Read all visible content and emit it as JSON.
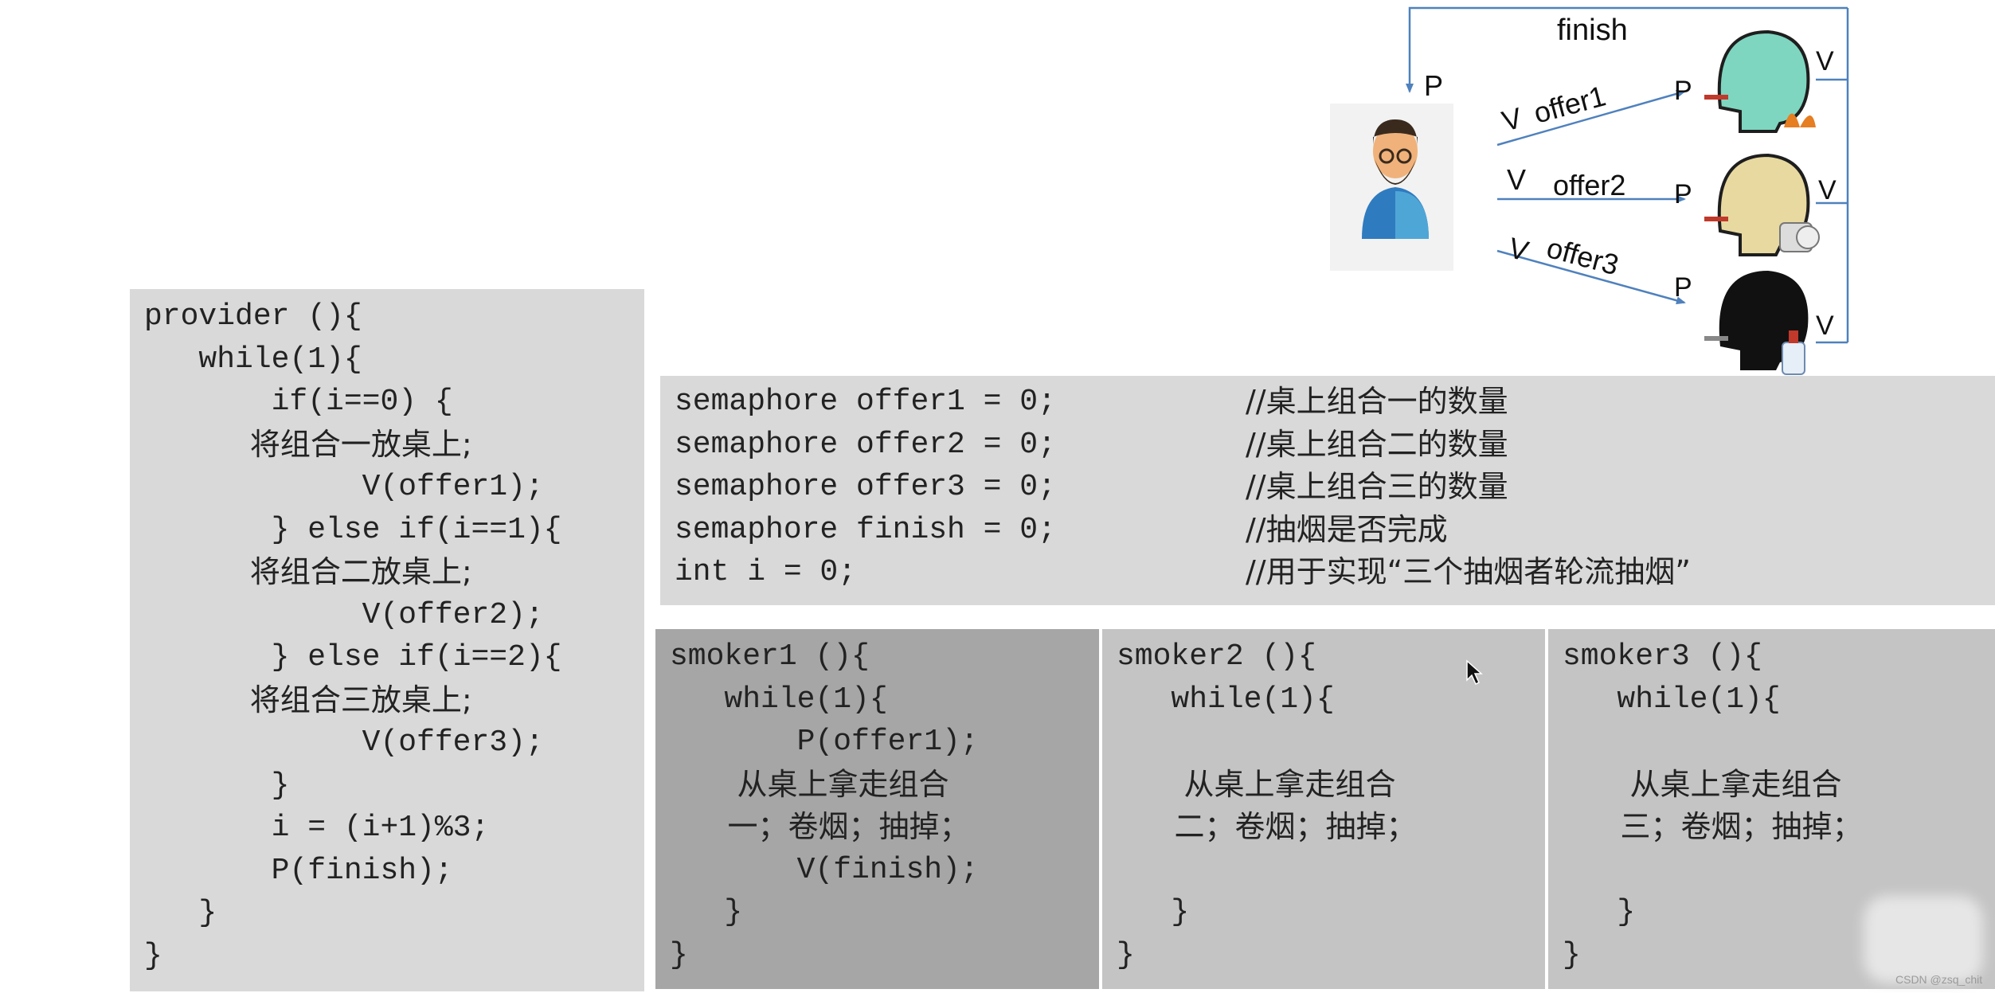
{
  "diagram": {
    "finish_label": "finish",
    "provider_p": "P",
    "edges": [
      {
        "v": "V",
        "label": "offer1",
        "p": "P"
      },
      {
        "v": "V",
        "label": "offer2",
        "p": "P"
      },
      {
        "v": "V",
        "label": "offer3",
        "p": "P"
      }
    ],
    "return_v": [
      "V",
      "V",
      "V"
    ],
    "icons": [
      "provider-person-icon",
      "smoker-green-icon",
      "smoker-tan-icon",
      "smoker-black-icon",
      "tobacco-icon",
      "paper-roll-icon",
      "glue-bottle-icon"
    ],
    "arrow_color": "#4f81bd"
  },
  "provider": {
    "lines": [
      "provider (){",
      "   while(1){",
      "       if(i==0) {",
      "           将组合一放桌上;",
      "            V(offer1);",
      "       } else if(i==1){",
      "           将组合二放桌上;",
      "            V(offer2);",
      "       } else if(i==2){",
      "           将组合三放桌上;",
      "            V(offer3);",
      "       }",
      "       i = (i+1)%3;",
      "       P(finish);",
      "   }",
      "}"
    ]
  },
  "declarations": {
    "rows": [
      {
        "code": "semaphore offer1 = 0;",
        "comment": "//桌上组合一的数量"
      },
      {
        "code": "semaphore offer2 = 0;",
        "comment": "//桌上组合二的数量"
      },
      {
        "code": "semaphore offer3 = 0;",
        "comment": "//桌上组合三的数量"
      },
      {
        "code": "semaphore finish = 0;",
        "comment": "//抽烟是否完成"
      },
      {
        "code": "int i = 0;",
        "comment": "//用于实现“三个抽烟者轮流抽烟”"
      }
    ]
  },
  "smoker1": {
    "lines": [
      "smoker1 (){",
      "   while(1){",
      "       P(offer1);",
      "       从桌上拿走组合",
      "      一；卷烟；抽掉；",
      "       V(finish);",
      "   }",
      "}"
    ]
  },
  "smoker2": {
    "lines": [
      "smoker2 (){",
      "   while(1){",
      "",
      "       从桌上拿走组合",
      "      二；卷烟；抽掉；",
      "",
      "   }",
      "}"
    ]
  },
  "smoker3": {
    "lines": [
      "smoker3 (){",
      "   while(1){",
      "",
      "       从桌上拿走组合",
      "      三；卷烟；抽掉；",
      "",
      "   }",
      "}"
    ]
  },
  "watermark": "CSDN @zsq_chit"
}
